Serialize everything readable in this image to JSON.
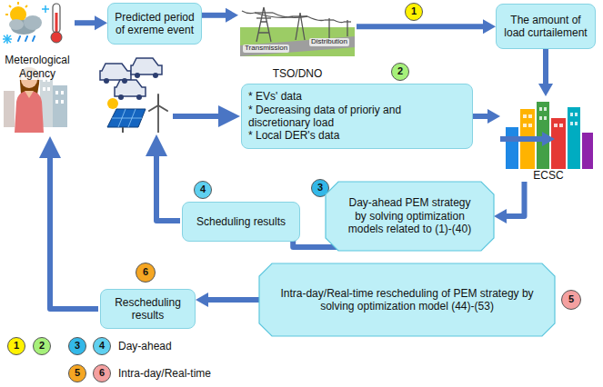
{
  "diagram": {
    "nodes": [
      {
        "text": [
          "Meterological Agency"
        ]
      },
      {
        "text": [
          "Predicted period of exreme event"
        ]
      },
      {
        "text": [
          "TSO/DNO"
        ]
      },
      {
        "text": [
          "1"
        ]
      },
      {
        "text": [
          "The amount of load curtailement"
        ]
      },
      {
        "text": [
          "* EVs' data",
          "* Decreasing data of prioriy and discretionary load",
          "* Local DER's data"
        ]
      },
      {
        "text": [
          "2"
        ]
      },
      {
        "text": [
          "ECSC"
        ]
      },
      {
        "text": [
          "3"
        ]
      },
      {
        "text": [
          "Day-ahead PEM strategy by solving optimization models related to (1)-(40)"
        ]
      },
      {
        "text": [
          "4"
        ]
      },
      {
        "text": [
          "Scheduling results"
        ]
      },
      {
        "text": [
          "Intra-day/Real-time rescheduling of PEM strategy by solving optimization model (44)-(53)"
        ]
      },
      {
        "text": [
          "5"
        ]
      },
      {
        "text": [
          "6"
        ]
      },
      {
        "text": [
          "Rescheduling results"
        ]
      },
      {
        "text": [
          "1"
        ]
      },
      {
        "text": [
          "2"
        ]
      },
      {
        "text": [
          "3"
        ]
      },
      {
        "text": [
          "4"
        ]
      },
      {
        "text": [
          "5"
        ]
      },
      {
        "text": [
          "6"
        ]
      }
    ],
    "edges": [
      {
        "from": 0,
        "to": 1,
        "arrow": "to"
      },
      {
        "from": 1,
        "to": 2,
        "arrow": "to"
      },
      {
        "from": 2,
        "to": 4,
        "arrow": "to"
      },
      {
        "from": 4,
        "to": 7,
        "arrow": "to"
      },
      {
        "from": 5,
        "to": 7,
        "arrow": "to"
      },
      {
        "from": 7,
        "to": 9,
        "arrow": "to"
      },
      {
        "from": 9,
        "to": 11,
        "arrow": "to"
      },
      {
        "from": 7,
        "to": 12,
        "arrow": "to"
      },
      {
        "from": 12,
        "to": 15,
        "arrow": "to"
      }
    ],
    "labels": [
      "Transmission",
      "Distribution"
    ],
    "legend": [
      {
        "text": "Day-ahead"
      },
      {
        "text": "Intra-day/Real-time"
      }
    ]
  }
}
